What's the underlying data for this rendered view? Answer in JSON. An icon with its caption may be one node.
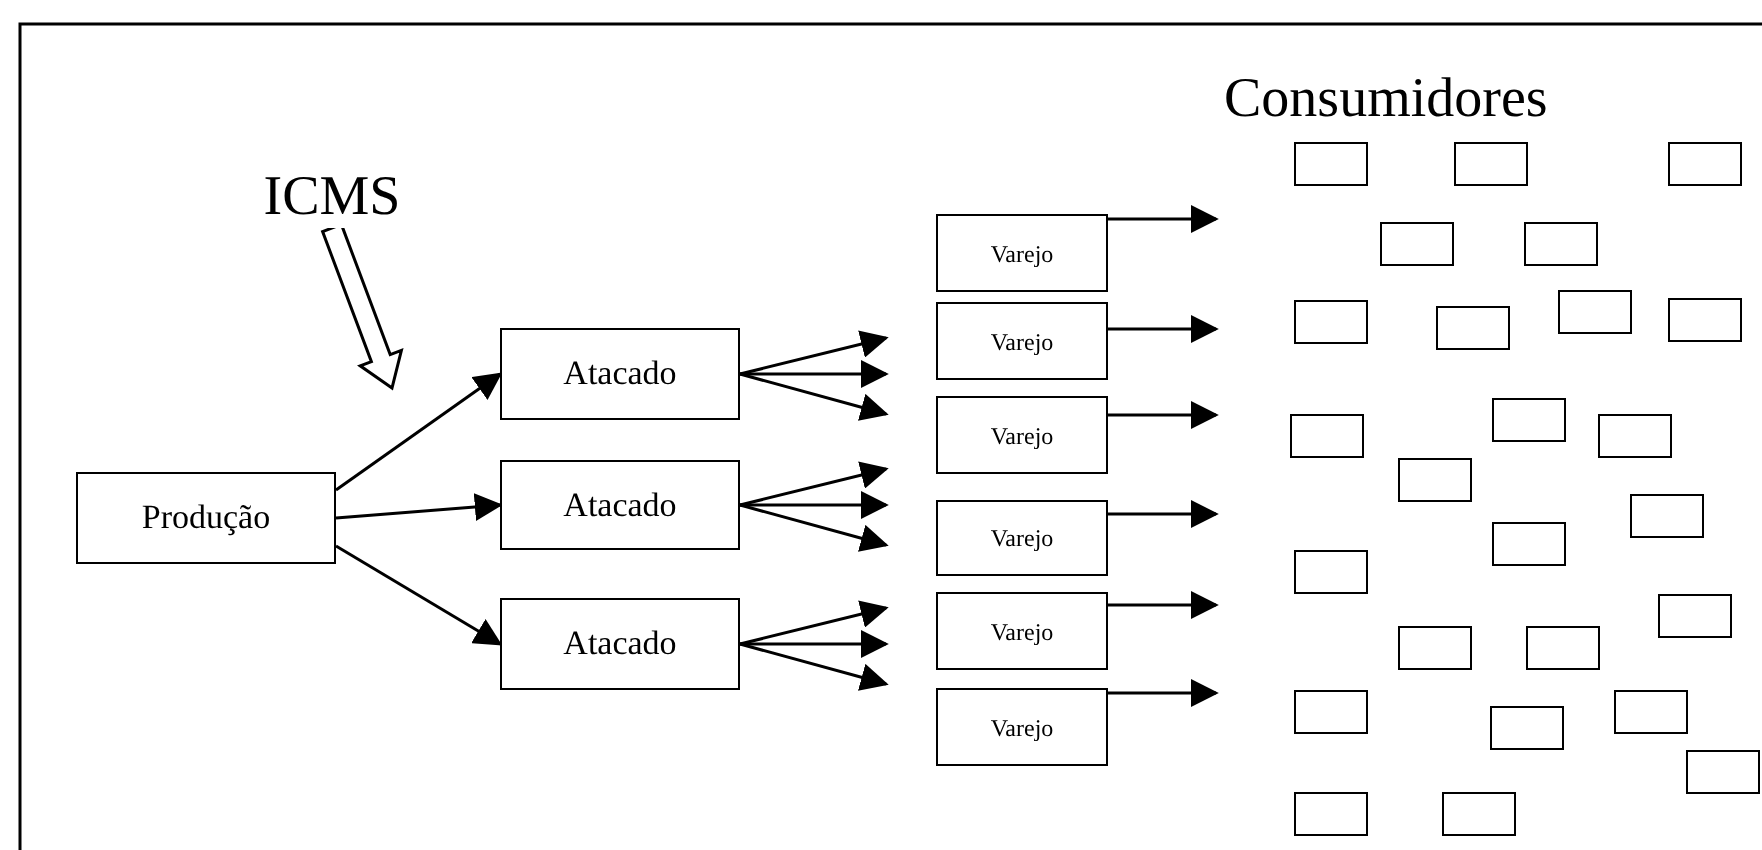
{
  "diagram": {
    "nodes": [
      {
        "text": [
          "ICMS"
        ]
      },
      {
        "text": [
          "Produção"
        ]
      },
      {
        "text": [
          "Atacado"
        ]
      },
      {
        "text": [
          "Atacado"
        ]
      },
      {
        "text": [
          "Atacado"
        ]
      },
      {
        "text": [
          "Varejo"
        ]
      },
      {
        "text": [
          "Varejo"
        ]
      },
      {
        "text": [
          "Varejo"
        ]
      },
      {
        "text": [
          "Varejo"
        ]
      },
      {
        "text": [
          "Varejo"
        ]
      },
      {
        "text": [
          "Varejo"
        ]
      },
      {
        "text": [],
        "shape": "box"
      },
      {
        "text": [],
        "shape": "box"
      },
      {
        "text": [],
        "shape": "box"
      },
      {
        "text": [],
        "shape": "box"
      },
      {
        "text": [],
        "shape": "box"
      },
      {
        "text": [],
        "shape": "box"
      },
      {
        "text": [],
        "shape": "box"
      },
      {
        "text": [],
        "shape": "box"
      },
      {
        "text": [],
        "shape": "box"
      },
      {
        "text": [],
        "shape": "box"
      },
      {
        "text": [],
        "shape": "box"
      },
      {
        "text": [],
        "shape": "box"
      },
      {
        "text": [],
        "shape": "box"
      },
      {
        "text": [],
        "shape": "box"
      },
      {
        "text": [],
        "shape": "box"
      },
      {
        "text": [],
        "shape": "box"
      },
      {
        "text": [],
        "shape": "box"
      },
      {
        "text": [],
        "shape": "box"
      },
      {
        "text": [],
        "shape": "box"
      },
      {
        "text": [],
        "shape": "box"
      },
      {
        "text": [],
        "shape": "box"
      },
      {
        "text": [],
        "shape": "box"
      },
      {
        "text": [],
        "shape": "box"
      },
      {
        "text": [],
        "shape": "box"
      },
      {
        "text": [],
        "shape": "box"
      }
    ],
    "edges": [
      {
        "from": 1,
        "to": 2,
        "arrow": "to"
      },
      {
        "from": 1,
        "to": 3,
        "arrow": "to"
      },
      {
        "from": 1,
        "to": 4,
        "arrow": "to"
      },
      {
        "from": 2,
        "to": 6,
        "arrow": "to"
      },
      {
        "from": 2,
        "to": 6,
        "arrow": "to"
      },
      {
        "from": 2,
        "to": 7,
        "arrow": "to"
      },
      {
        "from": 3,
        "to": 7,
        "arrow": "to"
      },
      {
        "from": 3,
        "to": 8,
        "arrow": "to"
      },
      {
        "from": 3,
        "to": 8,
        "arrow": "to"
      },
      {
        "from": 4,
        "to": 9,
        "arrow": "to"
      },
      {
        "from": 4,
        "to": 9,
        "arrow": "to"
      },
      {
        "from": 4,
        "to": 10,
        "arrow": "to"
      },
      {
        "from": 5,
        "to": null,
        "arrow": "to"
      },
      {
        "from": 6,
        "to": null,
        "arrow": "to"
      },
      {
        "from": 7,
        "to": null,
        "arrow": "to"
      },
      {
        "from": 8,
        "to": null,
        "arrow": "to"
      },
      {
        "from": 9,
        "to": null,
        "arrow": "to"
      },
      {
        "from": 10,
        "to": null,
        "arrow": "to"
      },
      {
        "from": 0,
        "to": null,
        "arrow": "to",
        "style": "thick"
      }
    ],
    "labels": [
      "Consumidores"
    ]
  }
}
